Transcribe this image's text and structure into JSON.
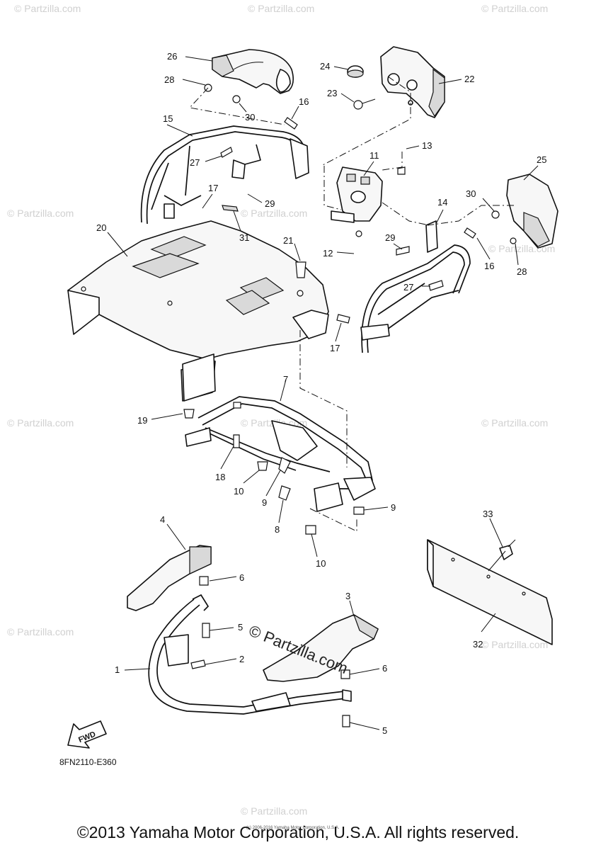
{
  "watermarks": [
    "© Partzilla.com",
    "© Partzilla.com",
    "© Partzilla.com",
    "© Partzilla.com",
    "© Partzilla.com",
    "© Partzilla.com",
    "© Partzilla.com",
    "© Partzilla.com",
    "© Partzilla.com",
    "© Partzilla.com",
    "© Partzilla.com",
    "© Partzilla.com"
  ],
  "center_watermark": "© Partzilla.com",
  "diagram_code": "8FN2110-E360",
  "fwd_label": "FWD",
  "footer_small": "(c) 2006-2016 Yamaha Motor Corporation, U.S.A.",
  "copyright": "©2013 Yamaha Motor Corporation, U.S.A. All rights reserved.",
  "callouts": {
    "c26": "26",
    "c28a": "28",
    "c30a": "30",
    "c24": "24",
    "c22": "22",
    "c23": "23",
    "c16a": "16",
    "c15": "15",
    "c27a": "27",
    "c13": "13",
    "c11": "11",
    "c25": "25",
    "c17a": "17",
    "c29a": "29",
    "c30b": "30",
    "c14": "14",
    "c31": "31",
    "c20": "20",
    "c21": "21",
    "c29b": "29",
    "c12": "12",
    "c16b": "16",
    "c28b": "28",
    "c27b": "27",
    "c17b": "17",
    "c7": "7",
    "c19": "19",
    "c18": "18",
    "c10a": "10",
    "c9a": "9",
    "c8": "8",
    "c9b": "9",
    "c10b": "10",
    "c4": "4",
    "c6a": "6",
    "c33": "33",
    "c5a": "5",
    "c3": "3",
    "c2": "2",
    "c1": "1",
    "c6b": "6",
    "c32": "32",
    "c5b": "5"
  }
}
